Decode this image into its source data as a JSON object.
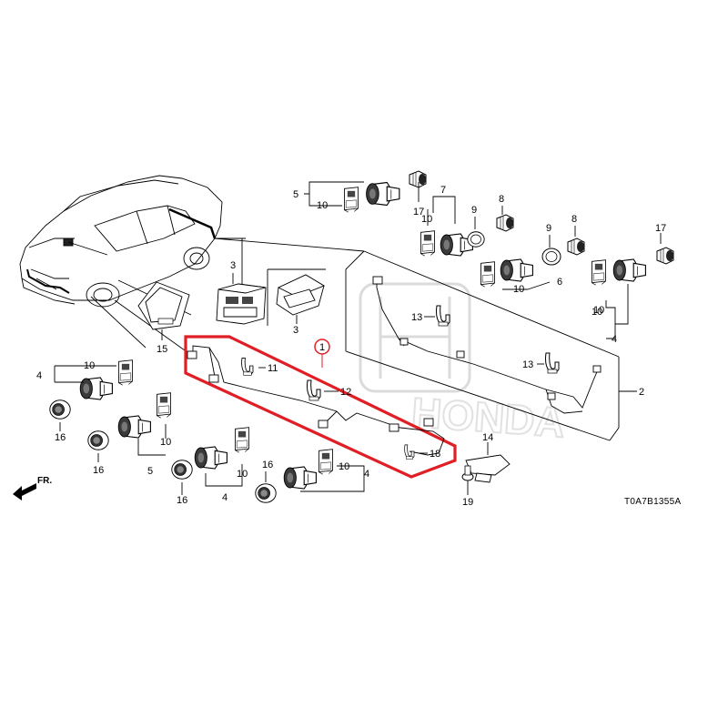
{
  "diagram_code": "T0A7B1355A",
  "direction_label": "FR.",
  "colors": {
    "highlight": "#e01e25",
    "line": "#000000",
    "watermark": "#bdbdbd"
  },
  "callouts": [
    {
      "id": "c1",
      "text": "1"
    },
    {
      "id": "c2",
      "text": "2"
    },
    {
      "id": "c3a",
      "text": "3"
    },
    {
      "id": "c3b",
      "text": "3"
    },
    {
      "id": "c4a",
      "text": "4"
    },
    {
      "id": "c4b",
      "text": "4"
    },
    {
      "id": "c4c",
      "text": "4"
    },
    {
      "id": "c4d",
      "text": "4"
    },
    {
      "id": "c5a",
      "text": "5"
    },
    {
      "id": "c5b",
      "text": "5"
    },
    {
      "id": "c6",
      "text": "6"
    },
    {
      "id": "c7",
      "text": "7"
    },
    {
      "id": "c8a",
      "text": "8"
    },
    {
      "id": "c8b",
      "text": "8"
    },
    {
      "id": "c9a",
      "text": "9"
    },
    {
      "id": "c9b",
      "text": "9"
    },
    {
      "id": "c10a",
      "text": "10"
    },
    {
      "id": "c10b",
      "text": "10"
    },
    {
      "id": "c10c",
      "text": "10"
    },
    {
      "id": "c10d",
      "text": "10"
    },
    {
      "id": "c10e",
      "text": "10"
    },
    {
      "id": "c10f",
      "text": "10"
    },
    {
      "id": "c10g",
      "text": "10"
    },
    {
      "id": "c10h",
      "text": "10"
    },
    {
      "id": "c10i",
      "text": "10"
    },
    {
      "id": "c11",
      "text": "11"
    },
    {
      "id": "c12",
      "text": "12"
    },
    {
      "id": "c13a",
      "text": "13"
    },
    {
      "id": "c13b",
      "text": "13"
    },
    {
      "id": "c14",
      "text": "14"
    },
    {
      "id": "c15",
      "text": "15"
    },
    {
      "id": "c16a",
      "text": "16"
    },
    {
      "id": "c16b",
      "text": "16"
    },
    {
      "id": "c16c",
      "text": "16"
    },
    {
      "id": "c16d",
      "text": "16"
    },
    {
      "id": "c17a",
      "text": "17"
    },
    {
      "id": "c17b",
      "text": "17"
    },
    {
      "id": "c18",
      "text": "18"
    },
    {
      "id": "c19",
      "text": "19"
    }
  ]
}
